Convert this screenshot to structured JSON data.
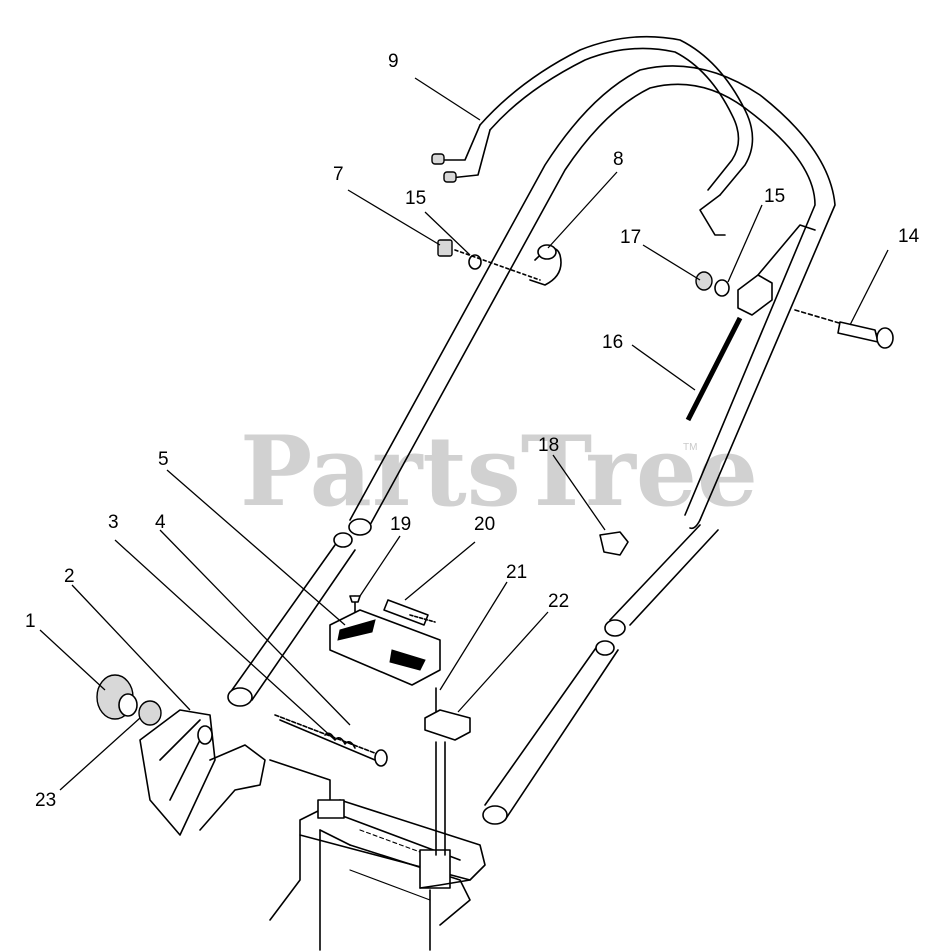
{
  "watermark": {
    "text": "PartsTree",
    "trademark": "TM"
  },
  "callouts": [
    {
      "label": "1"
    },
    {
      "label": "2"
    },
    {
      "label": "3"
    },
    {
      "label": "4"
    },
    {
      "label": "5"
    },
    {
      "label": "7"
    },
    {
      "label": "8"
    },
    {
      "label": "9"
    },
    {
      "label": "14"
    },
    {
      "label": "15"
    },
    {
      "label": "15"
    },
    {
      "label": "16"
    },
    {
      "label": "17"
    },
    {
      "label": "18"
    },
    {
      "label": "19"
    },
    {
      "label": "20"
    },
    {
      "label": "21"
    },
    {
      "label": "22"
    },
    {
      "label": "23"
    }
  ]
}
